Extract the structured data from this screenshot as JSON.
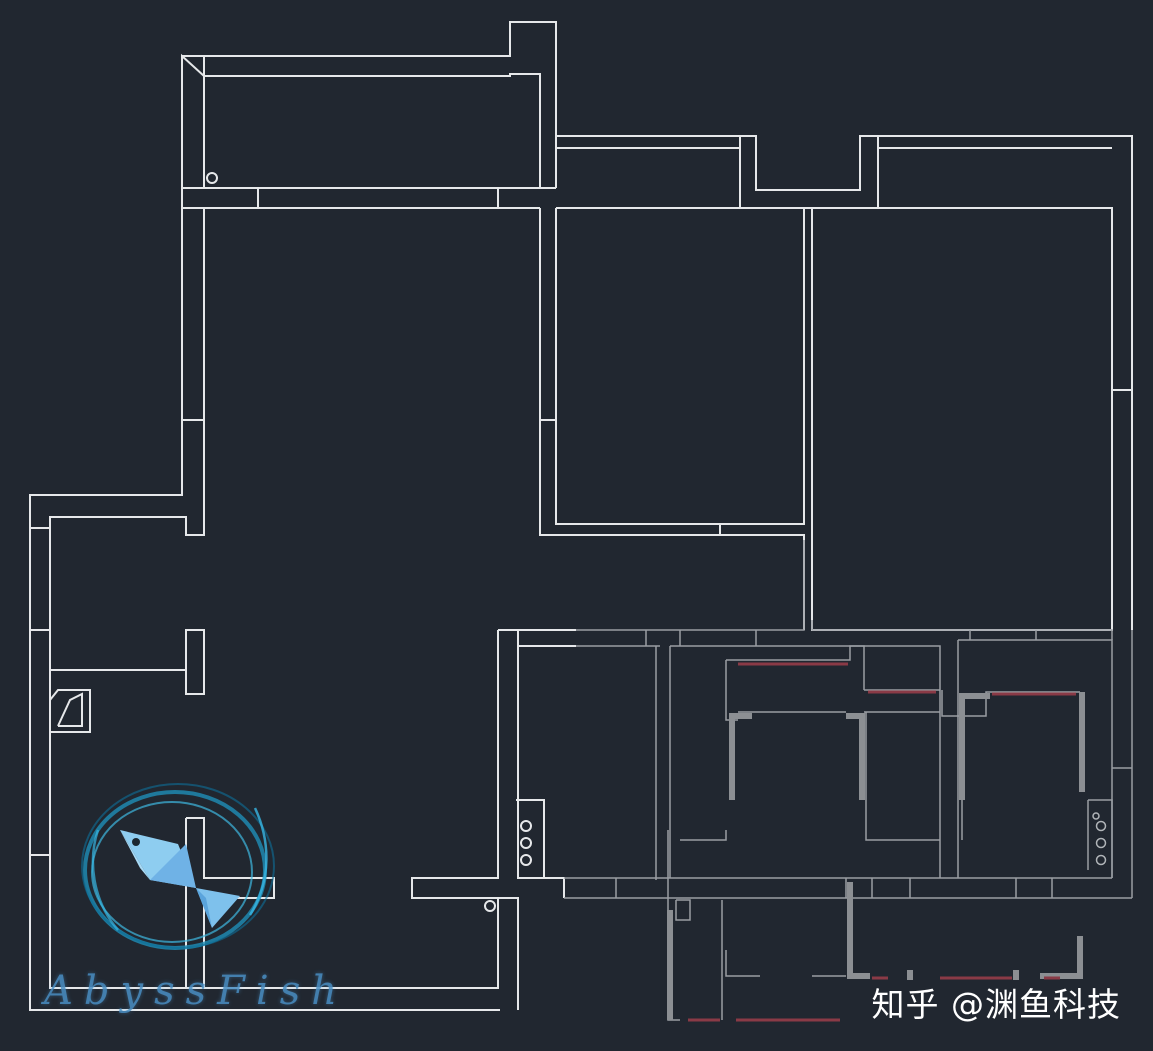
{
  "colors": {
    "background": "#212730",
    "wall": "#e6e8ea",
    "wall_dim": "#9a9ea3",
    "wall_gray": "#8c8f93",
    "accent_red": "#8a3a46",
    "logo_blue": "#4a8fc4"
  },
  "logo": {
    "text": "AbyssFish",
    "icon": "fish-in-ring-icon"
  },
  "watermark": {
    "platform": "知乎",
    "author": "@渊鱼科技"
  }
}
